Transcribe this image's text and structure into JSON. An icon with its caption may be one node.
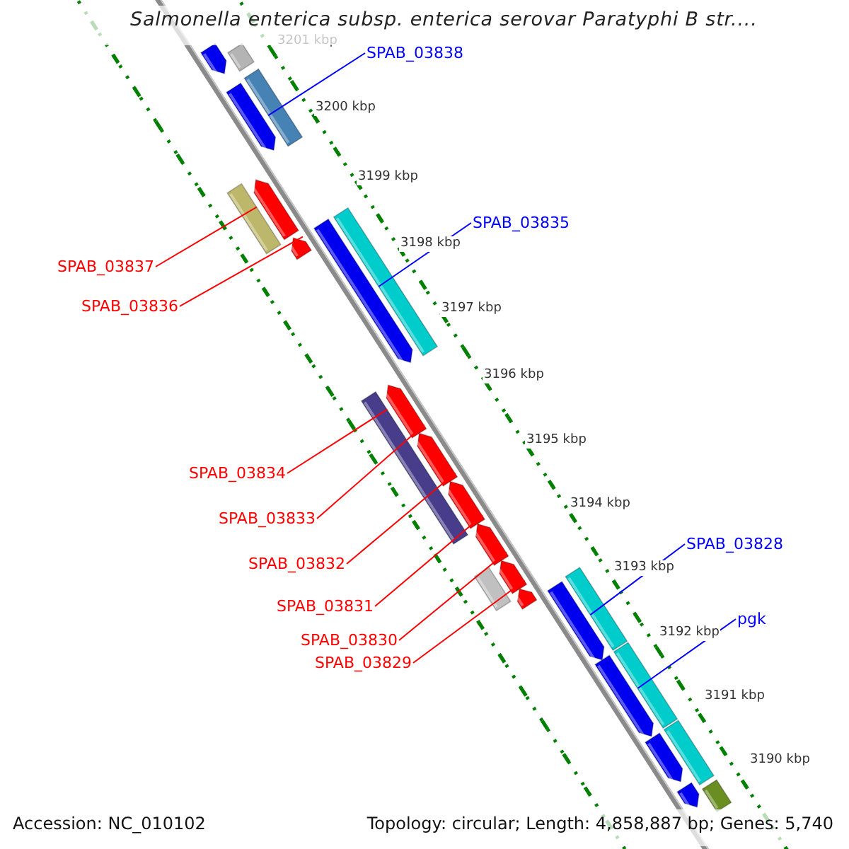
{
  "diagram": {
    "title": "Salmonella enterica subsp. enterica serovar Paratyphi B str....",
    "nodes": [
      {
        "text": [
          "SPAB_03838"
        ]
      },
      {
        "text": [
          "SPAB_03835"
        ]
      },
      {
        "text": [
          "SPAB_03837"
        ]
      },
      {
        "text": [
          "SPAB_03836"
        ]
      },
      {
        "text": [
          "SPAB_03834"
        ]
      },
      {
        "text": [
          "SPAB_03833"
        ]
      },
      {
        "text": [
          "SPAB_03828"
        ]
      },
      {
        "text": [
          "SPAB_03832"
        ]
      },
      {
        "text": [
          "SPAB_03831"
        ]
      },
      {
        "text": [
          "pgk"
        ]
      },
      {
        "text": [
          "SPAB_03830"
        ]
      },
      {
        "text": [
          "SPAB_03829"
        ]
      },
      {
        "text": [],
        "shape": "arrow"
      },
      {
        "text": [],
        "shape": "bar"
      },
      {
        "text": [],
        "shape": "bar"
      },
      {
        "text": [],
        "shape": "arrow"
      },
      {
        "text": [],
        "shape": "arrow"
      },
      {
        "text": [],
        "shape": "bar"
      },
      {
        "text": [],
        "shape": "bar"
      },
      {
        "text": [],
        "shape": "arrow"
      },
      {
        "text": [],
        "shape": "arrow"
      },
      {
        "text": [],
        "shape": "arrow"
      },
      {
        "text": [],
        "shape": "bar"
      },
      {
        "text": [],
        "shape": "arrow"
      },
      {
        "text": [],
        "shape": "arrow"
      },
      {
        "text": [],
        "shape": "arrow"
      },
      {
        "text": [],
        "shape": "arrow"
      },
      {
        "text": [],
        "shape": "bar"
      },
      {
        "text": [],
        "shape": "bar"
      },
      {
        "text": [],
        "shape": "arrow"
      },
      {
        "text": [],
        "shape": "arrow"
      },
      {
        "text": [],
        "shape": "bar"
      },
      {
        "text": [],
        "shape": "arrow"
      },
      {
        "text": [],
        "shape": "bar"
      },
      {
        "text": [],
        "shape": "arrow"
      },
      {
        "text": [],
        "shape": "bar"
      },
      {
        "text": [],
        "shape": "arrow"
      }
    ],
    "edges": [
      {
        "from": 0,
        "to": 14,
        "arrow": "none",
        "color": "#0000ff"
      },
      {
        "from": 1,
        "to": 18,
        "arrow": "none",
        "color": "#0000ff"
      },
      {
        "from": 2,
        "to": 17,
        "arrow": "none"
      },
      {
        "from": 3,
        "to": 20,
        "arrow": "none"
      },
      {
        "from": 4,
        "to": 22,
        "arrow": "none"
      },
      {
        "from": 5,
        "to": 21,
        "arrow": "none"
      },
      {
        "from": 6,
        "to": 28,
        "arrow": "none",
        "color": "#0000ff"
      },
      {
        "from": 7,
        "to": 23,
        "arrow": "none"
      },
      {
        "from": 8,
        "to": 24,
        "arrow": "none"
      },
      {
        "from": 9,
        "to": 31,
        "arrow": "none",
        "color": "#0000ff"
      },
      {
        "from": 10,
        "to": 25,
        "arrow": "none"
      },
      {
        "from": 11,
        "to": 26,
        "arrow": "none"
      }
    ],
    "labels": [
      "3201 kbp",
      "3200 kbp",
      "3199 kbp",
      "3198 kbp",
      "3197 kbp",
      "3196 kbp",
      "3195 kbp",
      "3194 kbp",
      "3193 kbp",
      "3192 kbp",
      "3191 kbp",
      "3190 kbp",
      "Accession: NC_010102",
      "Topology: circular; Length: 4,858,887 bp; Genes: 5,740"
    ]
  }
}
